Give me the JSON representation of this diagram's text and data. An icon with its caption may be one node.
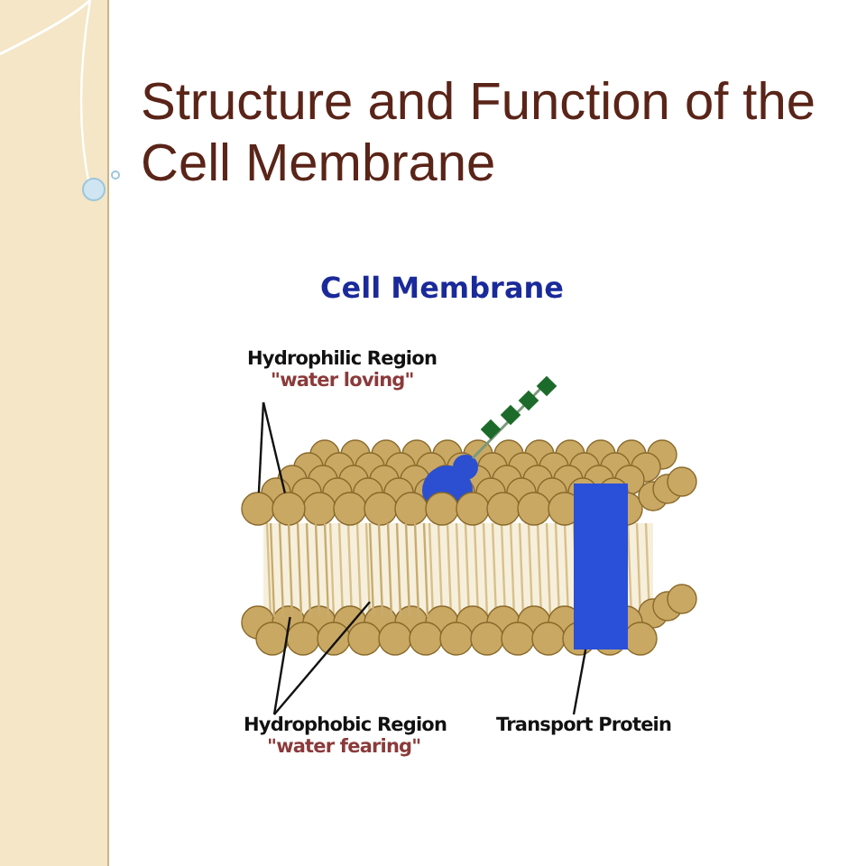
{
  "diagram": {
    "title": "Structure and Function of the Cell Membrane",
    "nodes": [
      {
        "text": [
          "Hydrophilic Region",
          "\"water loving\""
        ]
      },
      {
        "text": [],
        "shape": "circle"
      },
      {
        "text": [],
        "shape": "circle"
      },
      {
        "text": [
          "Hydrophobic Region",
          "\"water fearing\""
        ]
      },
      {
        "text": [],
        "shape": "picture"
      },
      {
        "text": [],
        "shape": "picture"
      },
      {
        "text": [
          "Transport Protein"
        ]
      },
      {
        "text": [],
        "shape": "box"
      }
    ],
    "edges": [
      {
        "from": 0,
        "to": 1,
        "arrow": "none"
      },
      {
        "from": 0,
        "to": 2,
        "arrow": "none"
      },
      {
        "from": 3,
        "to": 4,
        "arrow": "none"
      },
      {
        "from": 3,
        "to": 5,
        "arrow": "none"
      },
      {
        "from": 6,
        "to": 7,
        "arrow": "none"
      }
    ],
    "labels": [
      "Cell Membrane"
    ]
  }
}
